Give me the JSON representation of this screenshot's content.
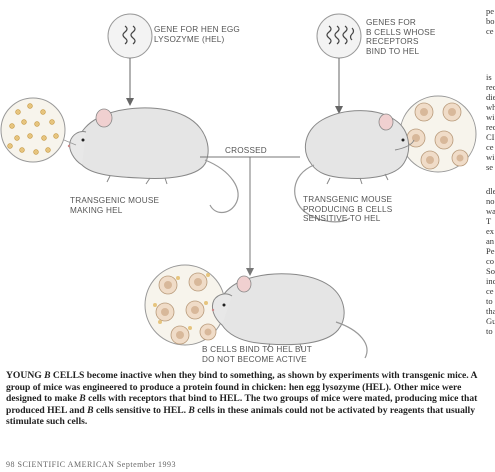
{
  "figure": {
    "gene_hel_label_1": "GENE FOR HEN EGG",
    "gene_hel_label_2": "LYSOZYME (HEL)",
    "genes_b_label_1": "GENES FOR",
    "genes_b_label_2": "B CELLS WHOSE",
    "genes_b_label_3": "RECEPTORS",
    "genes_b_label_4": "BIND TO HEL",
    "crossed_label": "CROSSED",
    "mouse_left_label_1": "TRANSGENIC MOUSE",
    "mouse_left_label_2": "MAKING HEL",
    "mouse_right_label_1": "TRANSGENIC MOUSE",
    "mouse_right_label_2": "PRODUCING B CELLS",
    "mouse_right_label_3": "SENSITIVE TO HEL",
    "bottom_label_1": "B CELLS BIND TO HEL BUT",
    "bottom_label_2": "DO NOT BECOME ACTIVE"
  },
  "caption": {
    "part1": "YOUNG ",
    "b1": "B",
    "part2": " CELLS become inactive when they bind to something, as shown by experiments with transgenic mice. A group of mice was engineered to produce a protein found in chicken: hen egg lysozyme (HEL). Other mice were designed to make ",
    "b2": "B",
    "part3": " cells with receptors that bind to HEL. The two groups of mice were mated, producing mice that produced HEL and ",
    "b3": "B",
    "part4": " cells sensitive to HEL. ",
    "b4": "B",
    "part5": " cells in these animals could not be activated by reagents that usually stimulate such cells."
  },
  "footer": "98    SCIENTIFIC AMERICAN  September 1993",
  "right_column_fragments": [
    "pe",
    "bo",
    "ce",
    "is",
    "rec",
    "die",
    "wh",
    "wi",
    "rec",
    "CI",
    "ce",
    "wi",
    "se",
    "dle",
    "no",
    "wa",
    "T",
    "ex",
    "an",
    "Pe",
    "co",
    "So",
    "inc",
    "ce",
    "to",
    "tha",
    "Gu",
    "to"
  ]
}
